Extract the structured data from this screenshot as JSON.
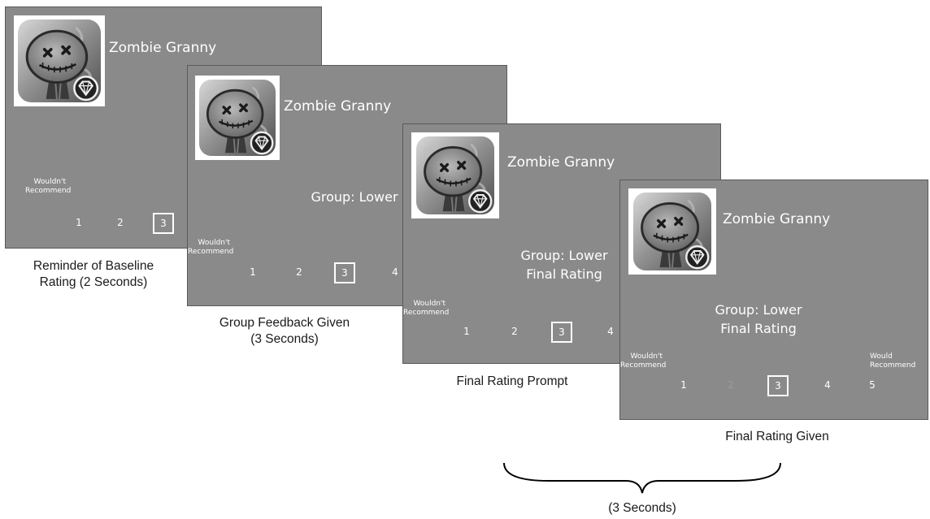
{
  "slides": [
    {
      "title": "Zombie Granny",
      "anchor_left": "Wouldn't\nRecommend",
      "scale": [
        "1",
        "2",
        "3"
      ],
      "selected": "3",
      "caption": "Reminder of Baseline\nRating (2 Seconds)"
    },
    {
      "title": "Zombie Granny",
      "group": "Group: Lower",
      "anchor_left": "Wouldn't\nRecommend",
      "scale": [
        "1",
        "2",
        "3",
        "4"
      ],
      "selected": "3",
      "caption": "Group Feedback Given\n(3 Seconds)"
    },
    {
      "title": "Zombie Granny",
      "group": "Group: Lower",
      "final_label": "Final Rating",
      "anchor_left": "Wouldn't\nRecommend",
      "scale": [
        "1",
        "2",
        "3",
        "4"
      ],
      "selected": "3",
      "caption": "Final Rating Prompt"
    },
    {
      "title": "Zombie Granny",
      "group": "Group: Lower",
      "final_label": "Final Rating",
      "anchor_left": "Wouldn't\nRecommend",
      "anchor_right": "Would\nRecommend",
      "scale": [
        "1",
        "2",
        "3",
        "4",
        "5"
      ],
      "selected": "3",
      "caption": "Final Rating Given"
    }
  ],
  "brace_label": "(3 Seconds)",
  "colors": {
    "slide_bg": "#8a8a8a",
    "text": "#ffffff",
    "caption": "#1a1a1a"
  },
  "icons": {
    "app_icon": "zombie-granny-app-icon"
  }
}
